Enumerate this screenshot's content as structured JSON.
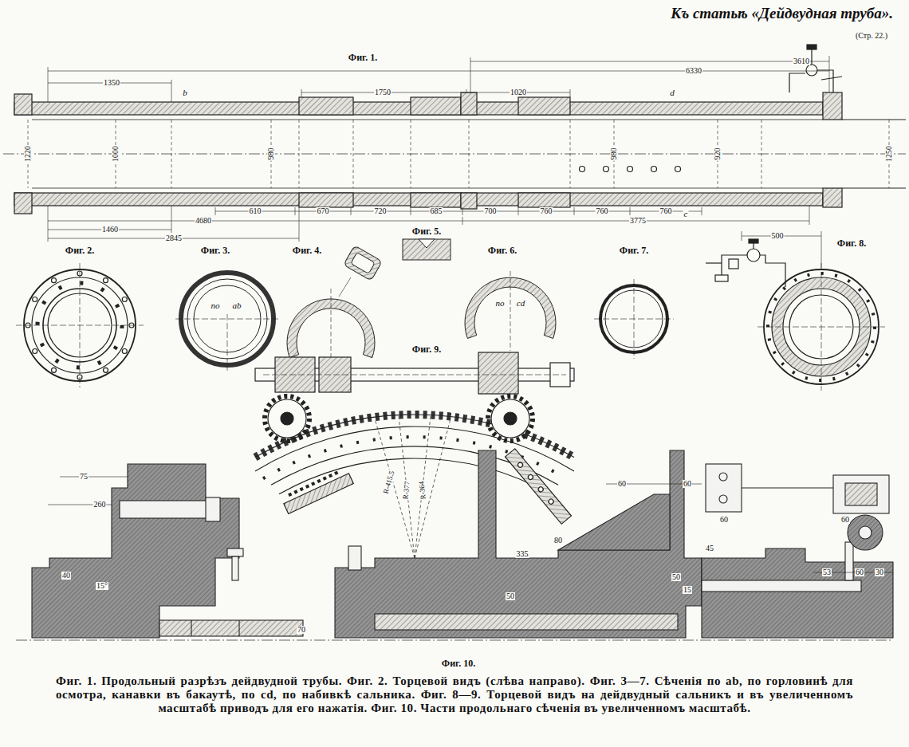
{
  "diagram": {
    "title": "Къ статьѣ «Дейдвудная труба».",
    "caption": "Фиг. 1. Продольный разрѣзъ дейдвудной трубы. Фиг. 2. Торцевой видъ (слѣва направо). Фиг. 3—7. Сѣченія по ab, по горловинѣ для осмотра, канавки въ бакаутѣ, по cd, по набивкѣ сальника. Фиг. 8—9. Торцевой видъ на дейдвудный сальникъ и въ увеличенномъ масштабѣ приводъ для его нажатія. Фиг. 10. Части продольнаго сѣченія въ увеличенномъ масштабѣ.",
    "labels": [
      "(Стр. 22.)",
      "Фиг. 1.",
      "1350",
      "6330",
      "3610",
      "1750",
      "1020",
      "1460",
      "2845",
      "4680",
      "3775",
      "610",
      "670",
      "720",
      "685",
      "700",
      "760",
      "760",
      "760",
      "1220",
      "1000",
      "980",
      "980",
      "920",
      "1250",
      "b",
      "d",
      "c",
      "500",
      "Фиг. 2.",
      "Фиг. 3.",
      "Фиг. 4.",
      "Фиг. 5.",
      "Фиг. 6.",
      "Фиг. 7.",
      "Фиг. 8.",
      "по",
      "ab",
      "по",
      "cd",
      "Фиг. 9.",
      "R-415.5",
      "R-377",
      "R-364",
      "Фиг. 10.",
      "75",
      "260",
      "40",
      "15°",
      "70",
      "335",
      "50",
      "80",
      "60",
      "60",
      "45",
      "50",
      "15",
      "60",
      "60",
      "53",
      "60",
      "30"
    ]
  }
}
